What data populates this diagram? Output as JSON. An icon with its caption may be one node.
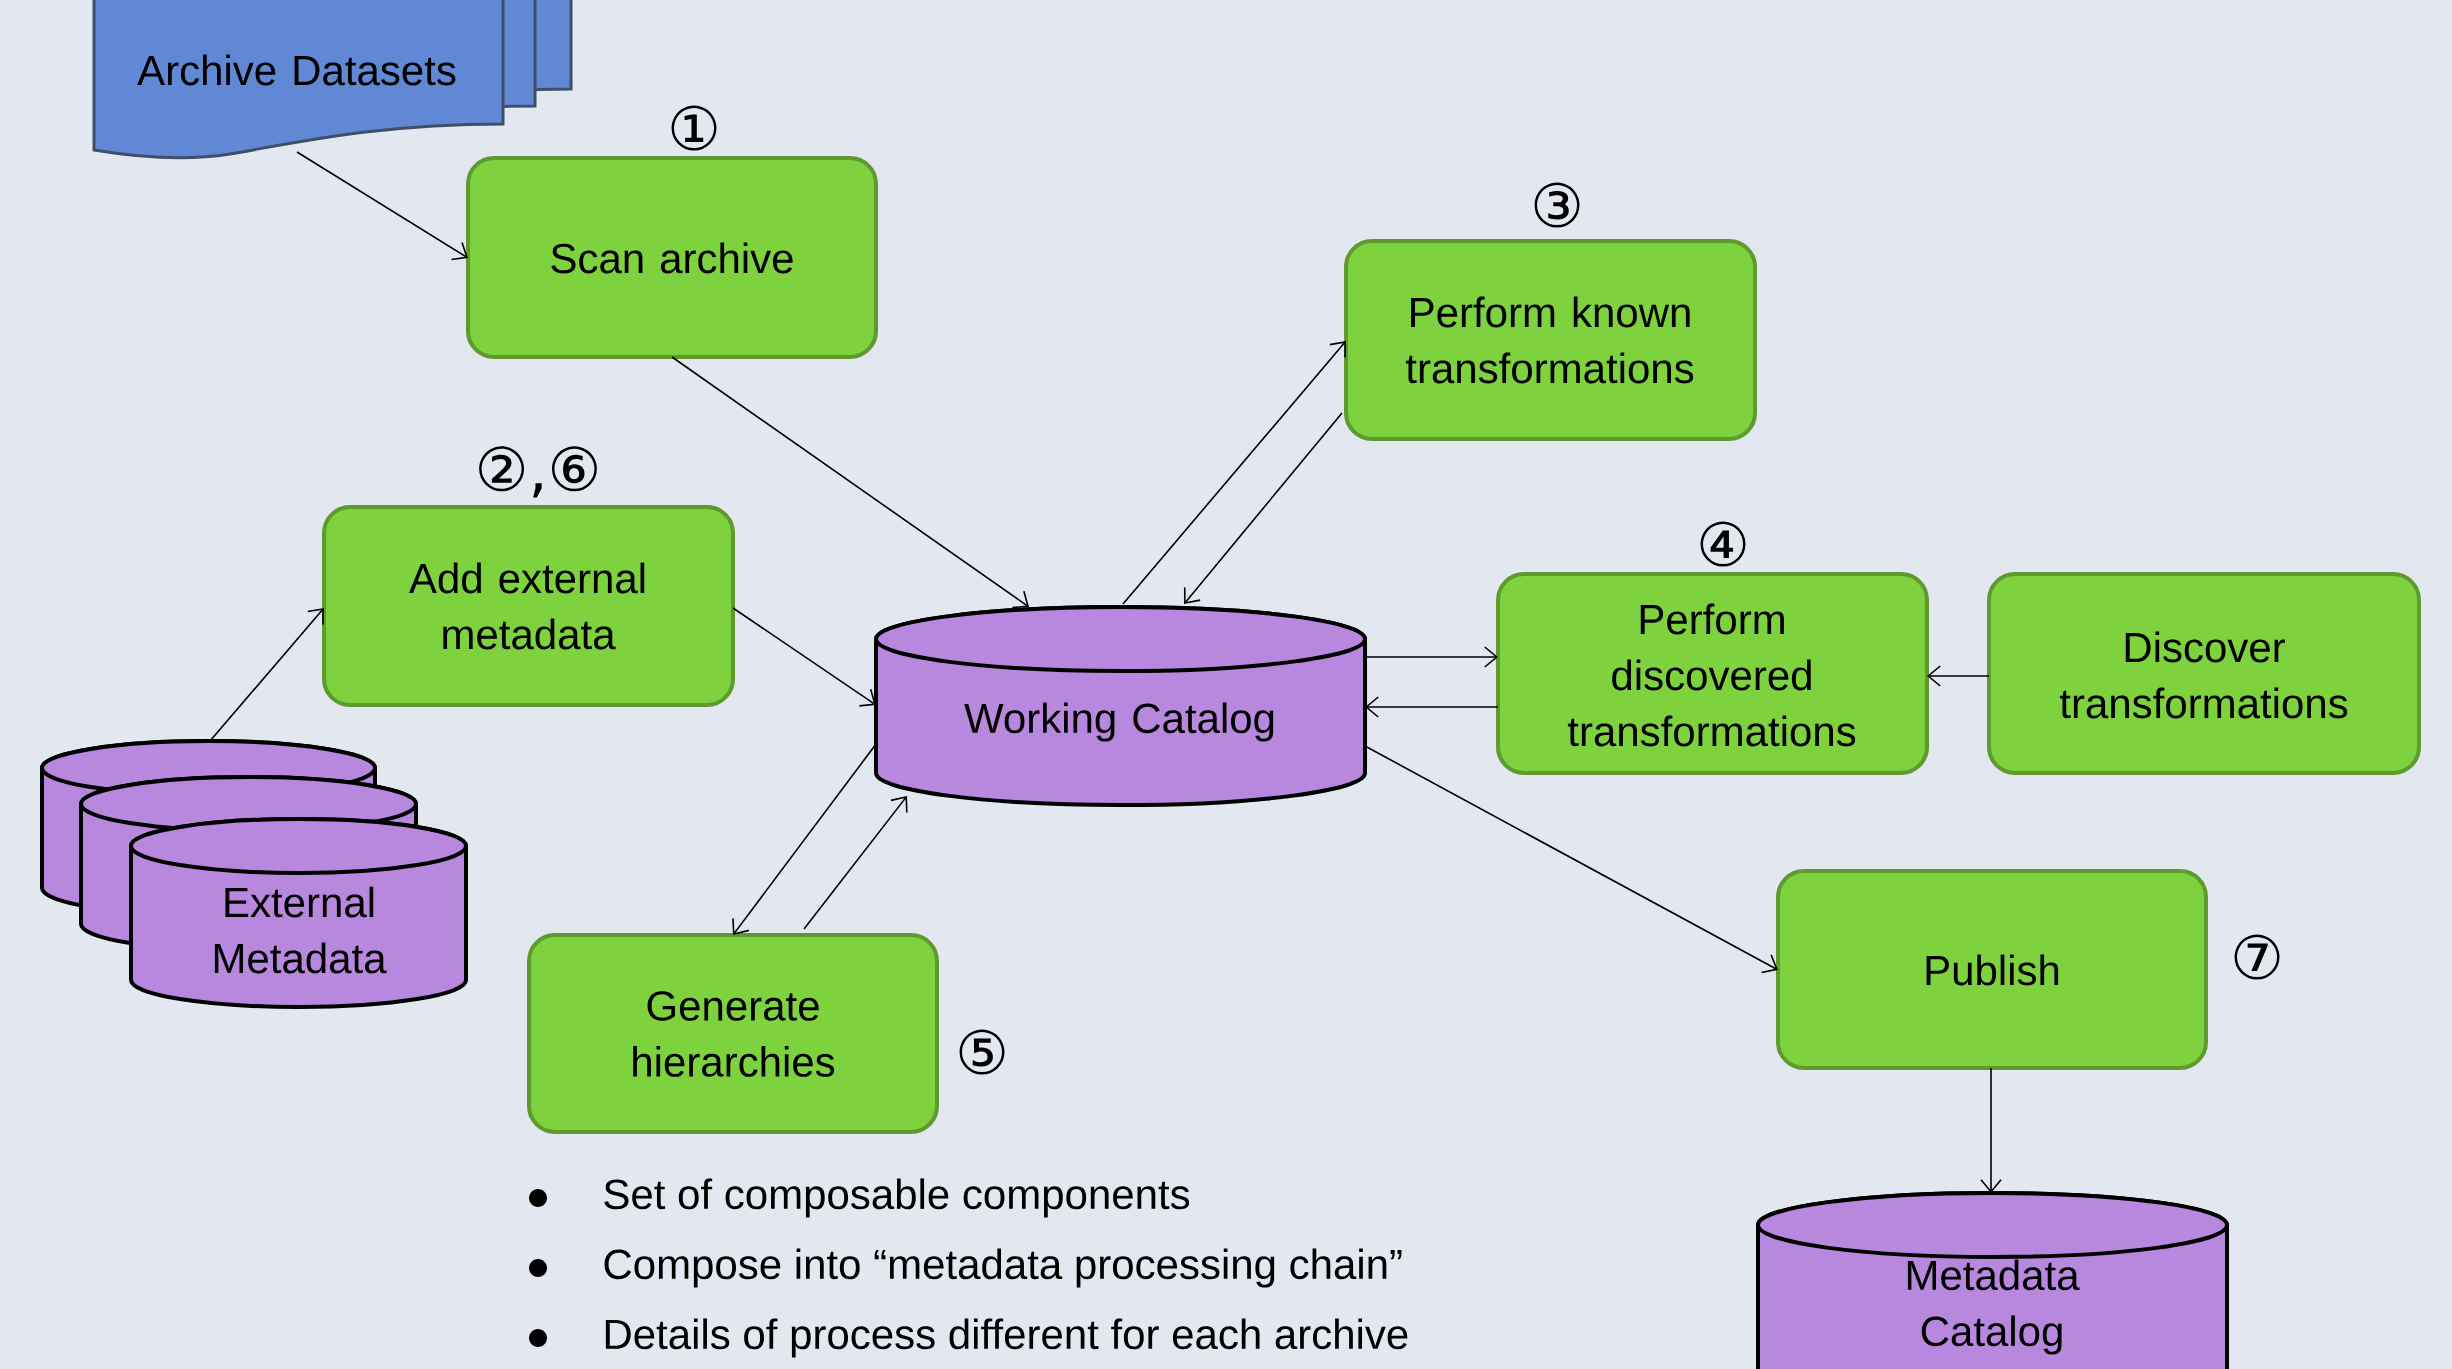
{
  "diagram": {
    "nodes": [
      {
        "text": [
          "Archive Datasets"
        ]
      },
      {
        "text": [
          "Scan archive"
        ],
        "beside": [
          "①"
        ]
      },
      {
        "text": [
          "Perform known transformations"
        ],
        "beside": [
          "③"
        ]
      },
      {
        "text": [
          "Add external metadata"
        ],
        "beside": [
          "②,⑥"
        ]
      },
      {
        "text": [
          "Working Catalog"
        ]
      },
      {
        "text": [
          "Perform discovered transformations"
        ],
        "beside": [
          "④"
        ]
      },
      {
        "text": [
          "Discover transformations"
        ]
      },
      {
        "text": [
          "External Metadata"
        ]
      },
      {
        "text": [
          "Generate hierarchies"
        ],
        "beside": [
          "⑤"
        ]
      },
      {
        "text": [
          "Publish"
        ],
        "beside": [
          "⑦"
        ]
      },
      {
        "text": [
          "Metadata Catalog"
        ]
      }
    ],
    "edges": [
      {
        "from": 0,
        "to": 1,
        "arrow": "to"
      },
      {
        "from": 1,
        "to": 4,
        "arrow": "to"
      },
      {
        "from": 4,
        "to": 2,
        "arrow": "to"
      },
      {
        "from": 2,
        "to": 4,
        "arrow": "to"
      },
      {
        "from": 3,
        "to": 4,
        "arrow": "to"
      },
      {
        "from": 7,
        "to": 3,
        "arrow": "to"
      },
      {
        "from": 4,
        "to": 5,
        "arrow": "to"
      },
      {
        "from": 5,
        "to": 4,
        "arrow": "to"
      },
      {
        "from": 6,
        "to": 5,
        "arrow": "to"
      },
      {
        "from": 4,
        "to": 8,
        "arrow": "to"
      },
      {
        "from": 8,
        "to": 4,
        "arrow": "to"
      },
      {
        "from": 4,
        "to": 9,
        "arrow": "to"
      },
      {
        "from": 9,
        "to": 10,
        "arrow": "to"
      }
    ],
    "labels": [
      "Set of composable components",
      "Compose into “metadata processing chain”",
      "Details of process different for each archive"
    ]
  }
}
